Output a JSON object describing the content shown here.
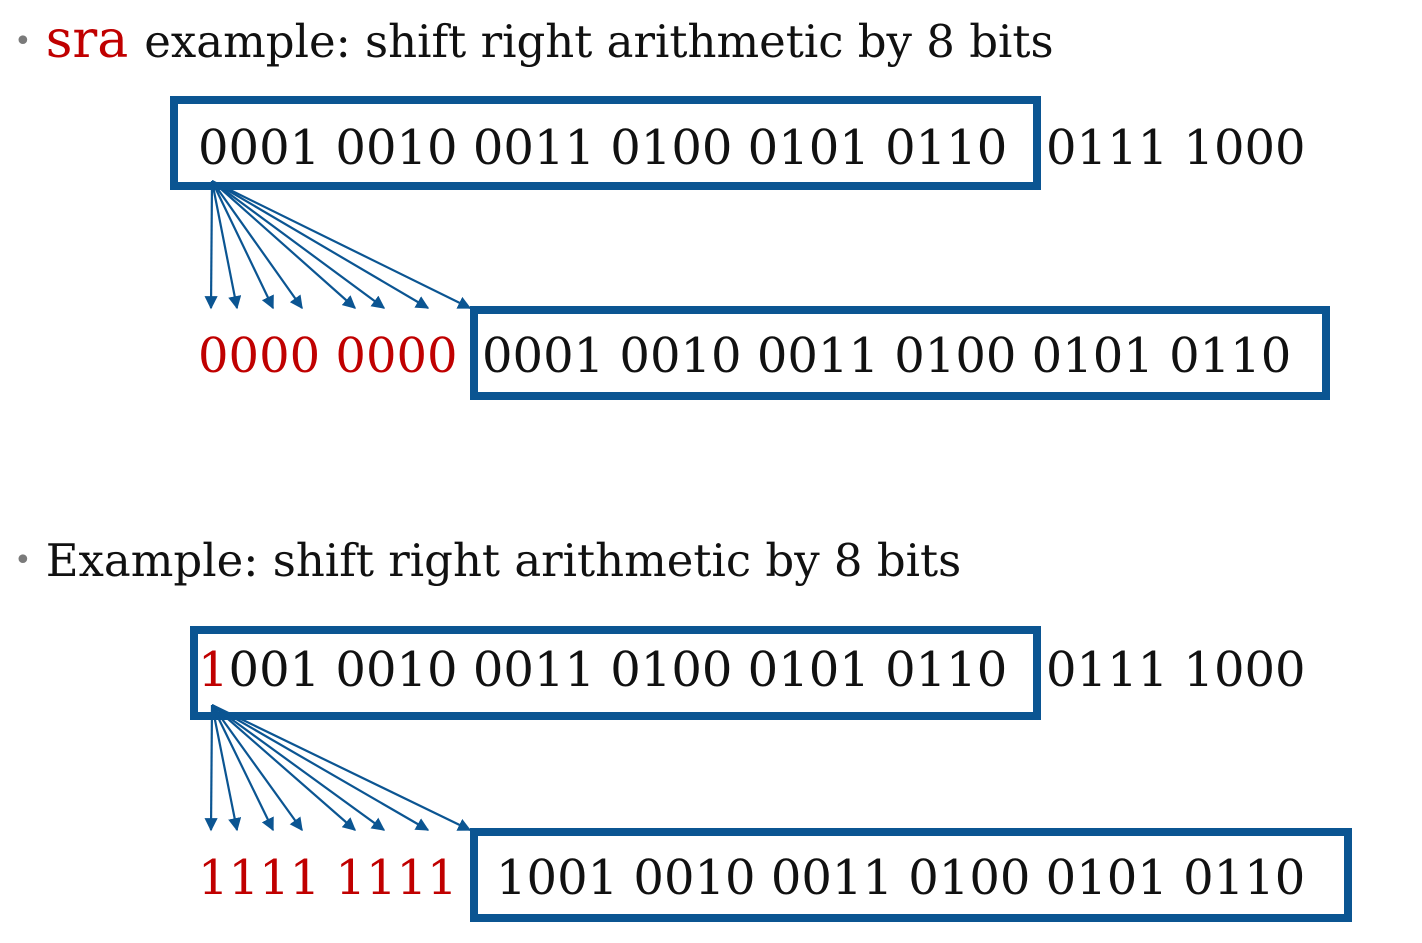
{
  "colors": {
    "red": "#c00000",
    "blue": "#0b5592",
    "text": "#111111",
    "bullet": "#7a7a7a"
  },
  "bullets": [
    {
      "keyword": "sra",
      "text": "example: shift right arithmetic by 8 bits"
    },
    {
      "keyword": "",
      "text": "Example: shift right arithmetic by 8 bits"
    }
  ],
  "example1": {
    "input_boxed": "0001 0010 0011 0100 0101 0110",
    "input_rest": "0111 1000",
    "fill": "0000 0000",
    "output_boxed": "0001 0010 0011 0100 0101 0110"
  },
  "example2": {
    "input_sign": "1",
    "input_boxed_rest": "001 0010 0011 0100 0101 0110",
    "input_rest": "0111 1000",
    "fill": "1111 1111",
    "output_boxed": "1001 0010 0011 0100 0101 0110"
  }
}
